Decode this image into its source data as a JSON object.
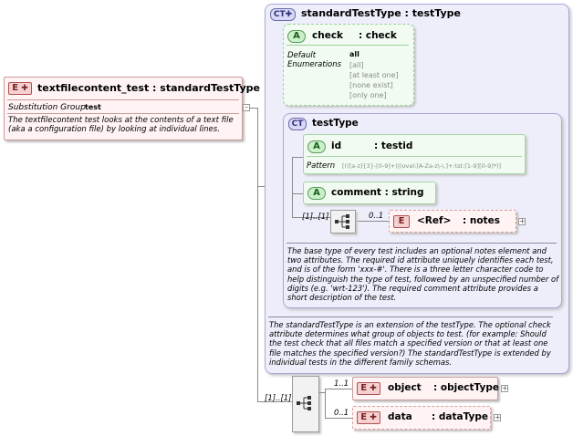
{
  "root": {
    "tag": "E",
    "name": "textfilecontent_test",
    "type_sep": ":",
    "type": "standardTestType",
    "subst_label": "Substitution Group",
    "subst_value": "test",
    "doc": "The textfilecontent test looks at the contents of a text file (aka a configuration file) by looking at individual lines."
  },
  "standard": {
    "tag": "CT",
    "name": "standardTestType",
    "type_sep": ":",
    "type": "testType",
    "check": {
      "tag": "A",
      "name": "check",
      "type_sep": ":",
      "type": "check",
      "default_label": "Default",
      "enum_label": "Enumerations",
      "default_value": "all",
      "enums": [
        "[all]",
        "[at least one]",
        "[none exist]",
        "[only one]"
      ]
    },
    "doc": "The standardTestType is an extension of the testType.  The optional check attribute determines what group of objects to test.  (for example: Should the test check that all files match a specified version or that at least one file matches the specified version?)  The standardTestType is extended by individual tests in the different family schemas."
  },
  "testtype": {
    "tag": "CT",
    "name": "testType",
    "id_attr": {
      "tag": "A",
      "name": "id",
      "type_sep": ":",
      "type": "testid",
      "pattern_label": "Pattern",
      "pattern_value": "[(([a-z]{3}-[0-9]+)|(oval:[A-Za-z\\-\\.]+:tst:[1-9][0-9]*)]"
    },
    "comment_attr": {
      "tag": "A",
      "name": "comment",
      "type_sep": ":",
      "type": "string"
    },
    "seq_card": "[1]..[1]",
    "notes": {
      "card": "0..1",
      "tag": "E",
      "name": "<Ref>",
      "type_sep": ":",
      "type": "notes"
    },
    "doc": "The base type of every test includes an optional notes element and two attributes.  The required id attribute uniquely identifies each test, and is of the form 'xxx-#'.  There is a three letter character code to help distinguish the type of test, followed by an unspecified number of digits (e.g. 'wrt-123').  The required comment attribute provides a short description of the test."
  },
  "outer_seq": {
    "card": "[1]..[1]",
    "object": {
      "card": "1..1",
      "tag": "E",
      "name": "object",
      "type_sep": ":",
      "type": "objectType"
    },
    "data": {
      "card": "0..1",
      "tag": "E",
      "name": "data",
      "type_sep": ":",
      "type": "dataType"
    }
  }
}
